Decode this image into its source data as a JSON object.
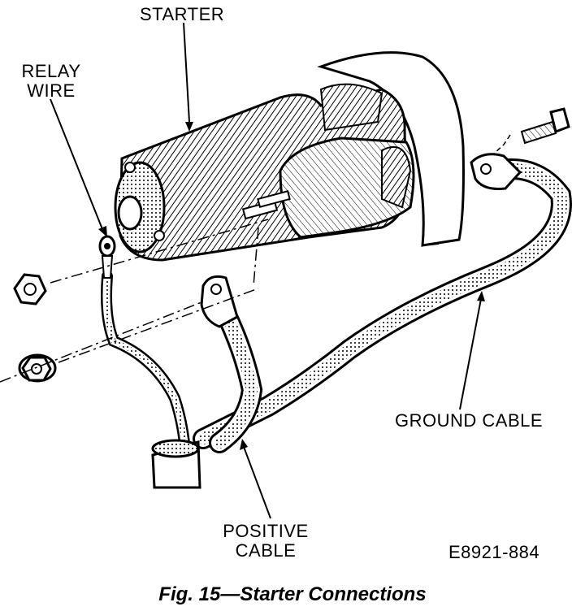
{
  "labels": {
    "starter": "STARTER",
    "relay_line1": "RELAY",
    "relay_line2": "WIRE",
    "ground_cable": "GROUND CABLE",
    "positive_line1": "POSITIVE",
    "positive_line2": "CABLE",
    "figure_code": "E8921-884"
  },
  "caption": "Fig. 15—Starter Connections"
}
